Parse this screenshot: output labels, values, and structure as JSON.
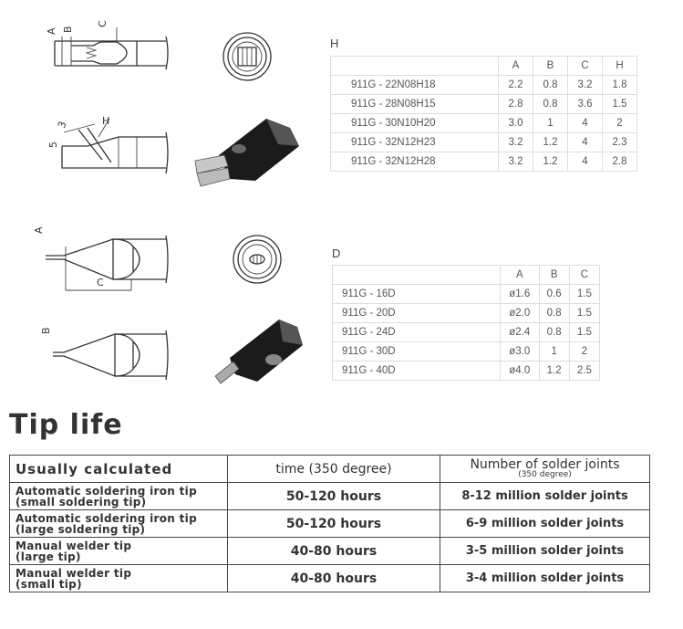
{
  "dims": {
    "a": "A",
    "b": "B",
    "c": "C",
    "h": "H",
    "five": "5",
    "three": "3"
  },
  "table_h": {
    "label": "H",
    "headers": [
      "",
      "A",
      "B",
      "C",
      "H"
    ],
    "rows": [
      [
        "911G - 22N08H18",
        "2.2",
        "0.8",
        "3.2",
        "1.8"
      ],
      [
        "911G - 28N08H15",
        "2.8",
        "0.8",
        "3.6",
        "1.5"
      ],
      [
        "911G - 30N10H20",
        "3.0",
        "1",
        "4",
        "2"
      ],
      [
        "911G - 32N12H23",
        "3.2",
        "1.2",
        "4",
        "2.3"
      ],
      [
        "911G - 32N12H28",
        "3.2",
        "1.2",
        "4",
        "2.8"
      ]
    ]
  },
  "table_d": {
    "label": "D",
    "headers": [
      "",
      "A",
      "B",
      "C"
    ],
    "rows": [
      [
        "911G - 16D",
        "ø1.6",
        "0.6",
        "1.5"
      ],
      [
        "911G - 20D",
        "ø2.0",
        "0.8",
        "1.5"
      ],
      [
        "911G - 24D",
        "ø2.4",
        "0.8",
        "1.5"
      ],
      [
        "911G - 30D",
        "ø3.0",
        "1",
        "2"
      ],
      [
        "911G - 40D",
        "ø4.0",
        "1.2",
        "2.5"
      ]
    ]
  },
  "tip_life": {
    "title": "Tip life",
    "header": {
      "col1": "Usually calculated",
      "col2": "time (350 degree)",
      "col3_line1": "Number of solder joints",
      "col3_line2": "(350 degree)"
    },
    "rows": [
      {
        "line1": "Automatic soldering iron tip",
        "line2": "(small soldering tip)",
        "time": "50-120 hours",
        "joints": "8-12 million solder joints"
      },
      {
        "line1": "Automatic soldering iron tip",
        "line2": "(large soldering tip)",
        "time": "50-120 hours",
        "joints": "6-9 million solder joints"
      },
      {
        "line1": "Manual welder tip",
        "line2": "(large tip)",
        "time": "40-80 hours",
        "joints": "3-5 million solder joints"
      },
      {
        "line1": "Manual welder tip",
        "line2": "(small tip)",
        "time": "40-80 hours",
        "joints": "3-4 million solder joints"
      }
    ]
  }
}
